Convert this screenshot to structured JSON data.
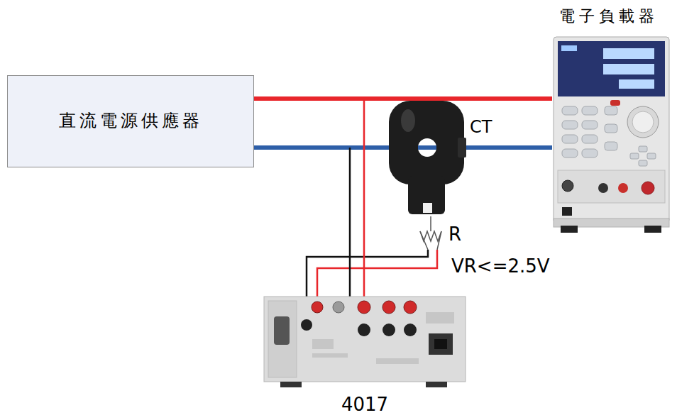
{
  "diagram": {
    "nodes": [
      {
        "text": [
          "直流電源供應器"
        ]
      },
      {
        "text": [
          "電子負載器"
        ]
      },
      {
        "text": [
          "CT"
        ]
      },
      {
        "text": [
          "R"
        ]
      },
      {
        "text": [
          "4017"
        ]
      }
    ],
    "edges": [
      {
        "from": 0,
        "to": 1,
        "arrow": "none"
      },
      {
        "from": 0,
        "to": 2,
        "arrow": "none"
      },
      {
        "from": 2,
        "to": 1,
        "arrow": "none"
      },
      {
        "from": 2,
        "to": 3,
        "arrow": "none"
      },
      {
        "from": 3,
        "to": 4,
        "arrow": "none"
      },
      {
        "from": 3,
        "to": 4,
        "arrow": "none"
      }
    ],
    "labels": [
      "VR<=2.5V"
    ]
  }
}
